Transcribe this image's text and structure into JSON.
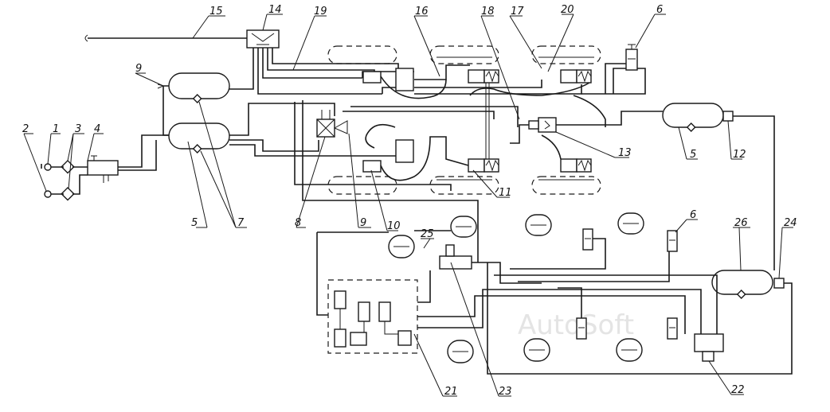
{
  "diagram": {
    "watermark": "AutoSoft",
    "callouts": [
      {
        "id": "c15",
        "text": "15"
      },
      {
        "id": "c14",
        "text": "14"
      },
      {
        "id": "c19",
        "text": "19"
      },
      {
        "id": "c16",
        "text": "16"
      },
      {
        "id": "c18",
        "text": "18"
      },
      {
        "id": "c17",
        "text": "17"
      },
      {
        "id": "c20",
        "text": "20"
      },
      {
        "id": "c6a",
        "text": "6"
      },
      {
        "id": "c9a",
        "text": "9"
      },
      {
        "id": "c2",
        "text": "2"
      },
      {
        "id": "c1",
        "text": "1"
      },
      {
        "id": "c3",
        "text": "3"
      },
      {
        "id": "c4",
        "text": "4"
      },
      {
        "id": "c5a",
        "text": "5"
      },
      {
        "id": "c7",
        "text": "7"
      },
      {
        "id": "c8",
        "text": "8"
      },
      {
        "id": "c9b",
        "text": "9"
      },
      {
        "id": "c10",
        "text": "10"
      },
      {
        "id": "c25",
        "text": "25"
      },
      {
        "id": "c11",
        "text": "11"
      },
      {
        "id": "c13",
        "text": "13"
      },
      {
        "id": "c5b",
        "text": "5"
      },
      {
        "id": "c12",
        "text": "12"
      },
      {
        "id": "c6b",
        "text": "6"
      },
      {
        "id": "c26",
        "text": "26"
      },
      {
        "id": "c24",
        "text": "24"
      },
      {
        "id": "c21",
        "text": "21"
      },
      {
        "id": "c23",
        "text": "23"
      },
      {
        "id": "c22",
        "text": "22"
      }
    ]
  }
}
